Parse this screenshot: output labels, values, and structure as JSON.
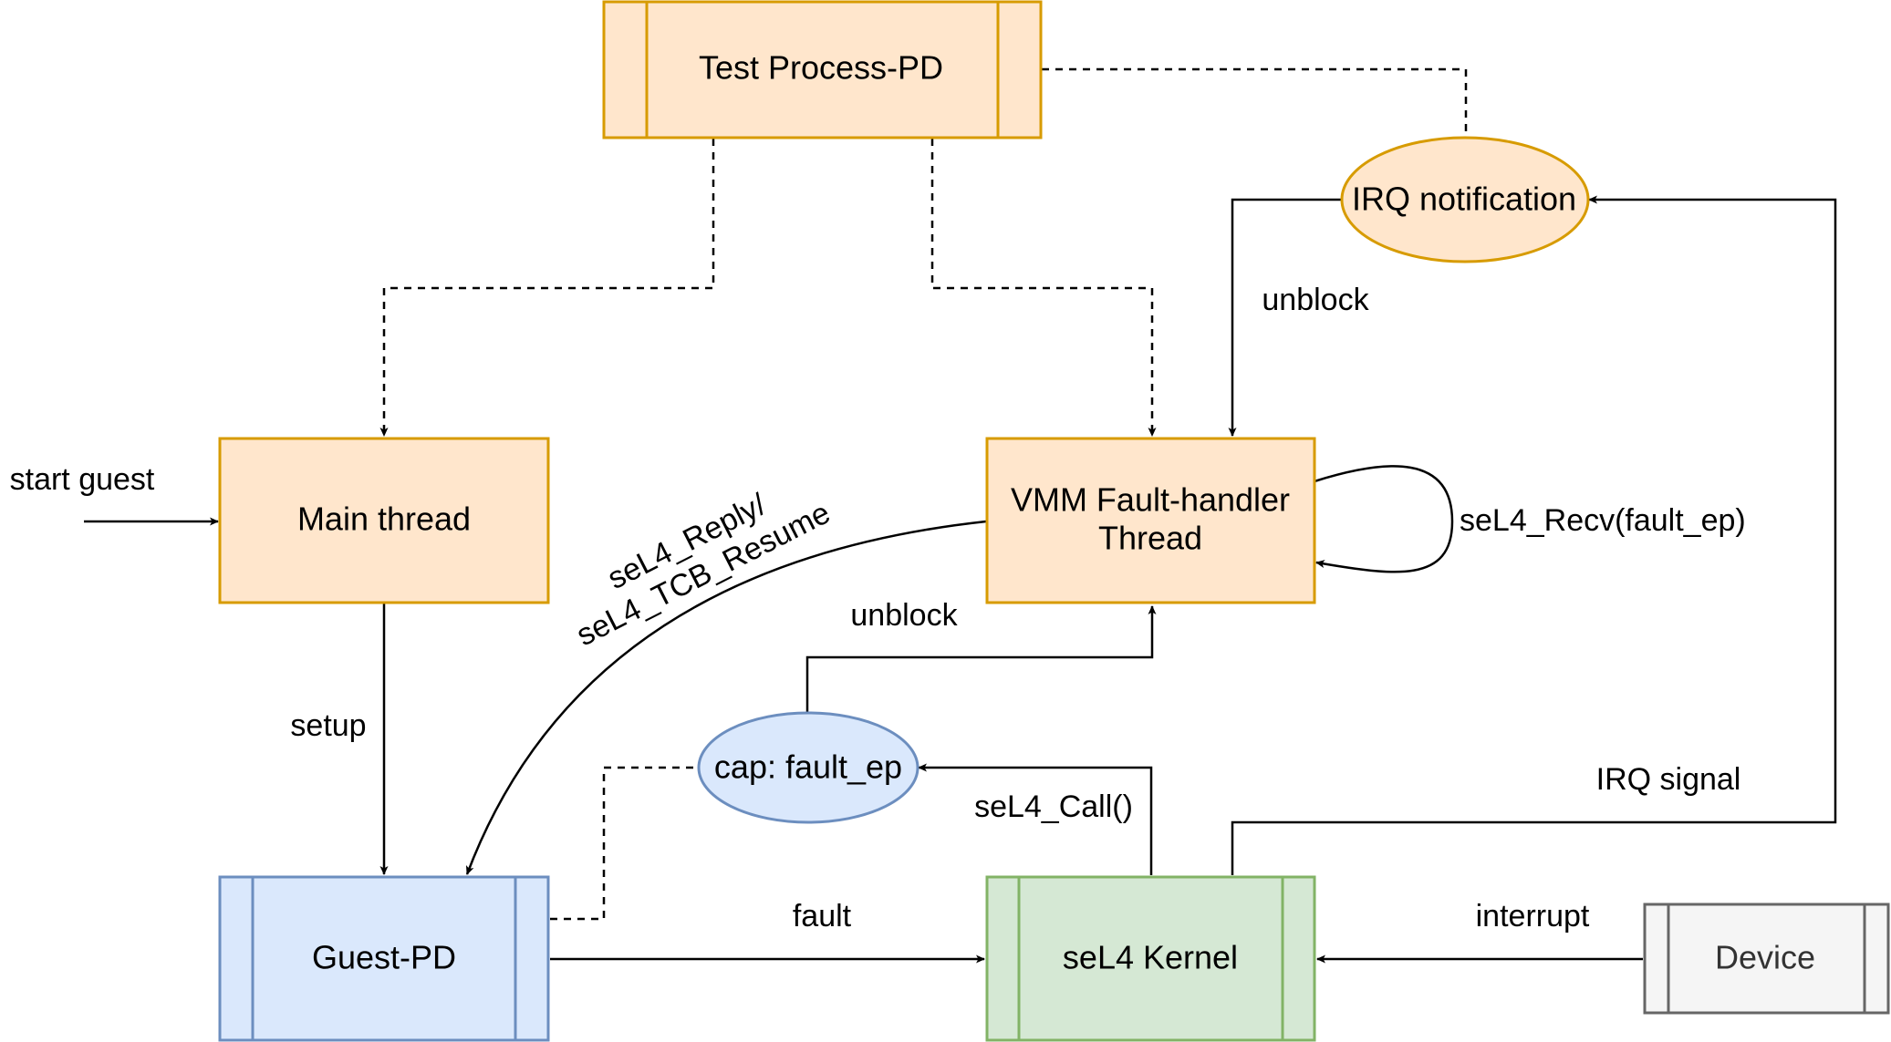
{
  "colors": {
    "orange_fill": "#ffe6cc",
    "orange_stroke": "#d79b00",
    "blue_fill": "#dae8fc",
    "blue_stroke": "#6c8ebf",
    "green_fill": "#d5e8d4",
    "green_stroke": "#82b366",
    "gray_fill": "#f5f5f5",
    "gray_stroke": "#666666",
    "gray_text": "#333333",
    "edge": "#000000"
  },
  "nodes": {
    "test_process": {
      "label": "Test Process-PD",
      "shape": "process-box"
    },
    "main_thread": {
      "label": "Main thread",
      "shape": "box"
    },
    "vmm_thread": {
      "label_line1": "VMM Fault-handler",
      "label_line2": "Thread",
      "shape": "box"
    },
    "irq_notification": {
      "label": "IRQ notification",
      "shape": "ellipse"
    },
    "cap_fault_ep": {
      "label": "cap: fault_ep",
      "shape": "ellipse"
    },
    "guest_pd": {
      "label": "Guest-PD",
      "shape": "process-box"
    },
    "sel4_kernel": {
      "label": "seL4 Kernel",
      "shape": "process-box"
    },
    "device": {
      "label": "Device",
      "shape": "process-box"
    }
  },
  "edge_labels": {
    "start_guest": "start guest",
    "setup": "setup",
    "reply_line1": "seL4_Reply/",
    "reply_line2": "seL4_TCB_Resume",
    "unblock_irq": "unblock",
    "unblock_fault": "unblock",
    "recv": "seL4_Recv(fault_ep)",
    "call": "seL4_Call()",
    "irq_signal": "IRQ signal",
    "fault": "fault",
    "interrupt": "interrupt"
  }
}
